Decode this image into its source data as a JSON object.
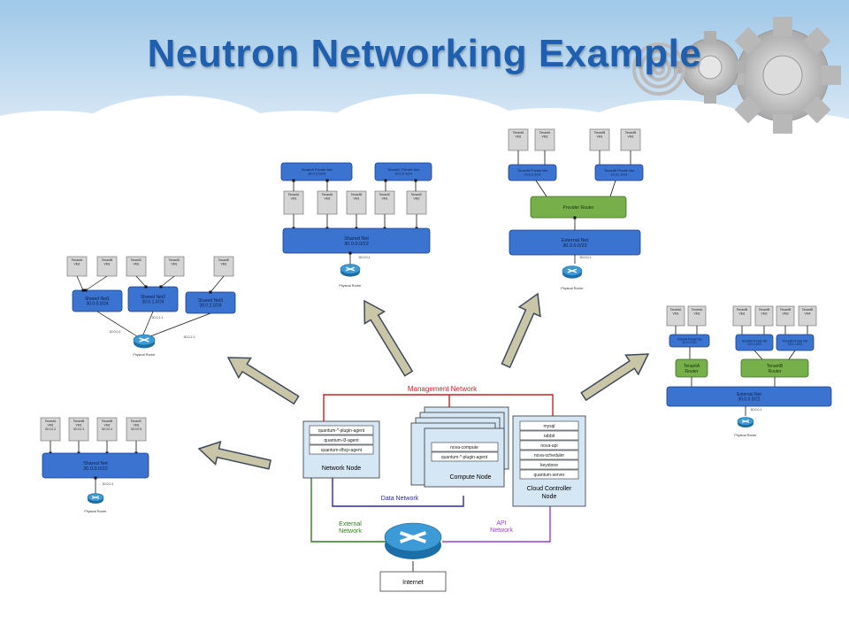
{
  "title": "Neutron Networking Example",
  "colors": {
    "title": "#1f5fb0",
    "net_blue": "#3a73d0",
    "router_green": "#77b04a",
    "node_fill": "#d5e6f4",
    "management": "#cc2222",
    "data": "#2a2a9a",
    "external": "#2e7d1e",
    "api": "#9b3fcf",
    "arrow": "#c9c6a8"
  },
  "central": {
    "management_network": "Management Network",
    "data_network": "Data Network",
    "external_network": [
      "External",
      "Network"
    ],
    "api_network": [
      "API",
      "Network"
    ],
    "network_node": {
      "label": "Network Node",
      "services": [
        "quantum-*-plugin-agent",
        "quantum-l3-agent",
        "quantum-dhcp-agent"
      ]
    },
    "compute_node": {
      "label": "Compute Node",
      "services": [
        "nova-compute",
        "quantum-*-plugin-agent"
      ]
    },
    "controller_node": {
      "label": [
        "Cloud Controller",
        "Node"
      ],
      "services": [
        "mysql",
        "rabbit",
        "nova-api",
        "nova-scheduler",
        "keystone",
        "quantum-server"
      ]
    },
    "internet": "Internet",
    "router_icon": "router-icon"
  },
  "flat": {
    "vms": [
      [
        "TenantA",
        "VM1",
        "30.0.0.2"
      ],
      [
        "TenantB",
        "VM1",
        "30.0.0.3"
      ],
      [
        "TenantB",
        "VM2",
        "30.0.0.4"
      ],
      [
        "TenantC",
        "VM1",
        "30.0.0.5"
      ]
    ],
    "net": [
      "Shared Net",
      "30.0.0.0/22"
    ],
    "gw": "30.0.0.1",
    "router": "Physical Router"
  },
  "multi_flat": {
    "vms": [
      [
        "TenantA",
        "VM1"
      ],
      [
        "TenantB",
        "VM1"
      ],
      [
        "TenantC",
        "VM1"
      ],
      [
        "TenantD",
        "VM1"
      ],
      [
        "TenantE",
        "VM1"
      ]
    ],
    "nets": [
      [
        "Shared Net1",
        "30.0.0.0/24"
      ],
      [
        "Shared Net2",
        "30.0.1.0/24"
      ],
      [
        "Shared Net3",
        "30.0.2.0/24"
      ]
    ],
    "gws": [
      "30.0.0.1",
      "30.0.1.1",
      "30.0.2.1"
    ],
    "router": "Physical Router"
  },
  "mixed": {
    "private_nets": [
      [
        "TenantA Private Net",
        "10.0.0.0/24"
      ],
      [
        "TenantC Private Net",
        "10.0.0.0/24"
      ]
    ],
    "vms": [
      [
        "TenantA",
        "VM1"
      ],
      [
        "TenantA",
        "VM2"
      ],
      [
        "TenantB",
        "VM1"
      ],
      [
        "TenantC",
        "VM1"
      ],
      [
        "TenantC",
        "VM2"
      ]
    ],
    "net": [
      "Shared Net",
      "30.0.0.0/22"
    ],
    "gw": "30.0.0.1",
    "router": "Physical Router"
  },
  "provider_router": {
    "vms": [
      [
        "TenantA",
        "VM1"
      ],
      [
        "TenantA",
        "VM2"
      ],
      [
        "TenantB",
        "VM1"
      ],
      [
        "TenantB",
        "VM2"
      ]
    ],
    "private_nets": [
      [
        "TenantA Private Net",
        "10.0.0.0/24"
      ],
      [
        "TenantB Private Net",
        "10.0.1.0/24"
      ]
    ],
    "router": "Provider Router",
    "ext_net": [
      "External Net",
      "30.0.0.0/22"
    ],
    "gw": "30.0.0.1",
    "phys_router": "Physical Router"
  },
  "per_tenant": {
    "vms": [
      [
        "TenantA",
        "VM1"
      ],
      [
        "TenantA",
        "VM2"
      ],
      [
        "TenantB",
        "VM1"
      ],
      [
        "TenantB",
        "VM2"
      ],
      [
        "TenantB",
        "VM3"
      ],
      [
        "TenantB",
        "VM4"
      ]
    ],
    "private_nets": [
      [
        "TenantA Private Net",
        "10.0.0.0/24"
      ],
      [
        "TenantB Private Net",
        "10.0.0.0/24"
      ],
      [
        "TenantB Private Net",
        "10.0.1.0/24"
      ]
    ],
    "routers": [
      [
        "TenantA",
        "Router"
      ],
      [
        "TenantB",
        "Router"
      ]
    ],
    "ext_net": [
      "External Net",
      "30.0.0.0/22"
    ],
    "gw": "30.0.0.1",
    "phys_router": "Physical Router"
  }
}
